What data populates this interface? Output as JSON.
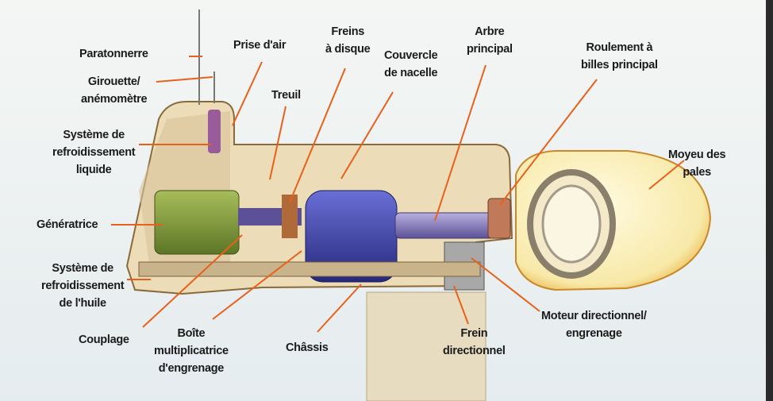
{
  "labels": {
    "paratonnerre": [
      "Paratonnerre"
    ],
    "prise_air": [
      "Prise d'air"
    ],
    "freins_disque": [
      "Freins",
      "à disque"
    ],
    "couvercle": [
      "Couvercle",
      "de nacelle"
    ],
    "arbre": [
      "Arbre",
      "principal"
    ],
    "roulement": [
      "Roulement à",
      "billes principal"
    ],
    "girouette": [
      "Girouette/",
      "anémomètre"
    ],
    "treuil": [
      "Treuil"
    ],
    "refroid_liquide": [
      "Système de",
      "refroidissement",
      "liquide"
    ],
    "moyeu": [
      "Moyeu des",
      "pales"
    ],
    "generatrice": [
      "Génératrice"
    ],
    "refroid_huile": [
      "Système de",
      "refroidissement",
      "de l'huile"
    ],
    "couplage": [
      "Couplage"
    ],
    "boite": [
      "Boîte",
      "multiplicatrice",
      "d'engrenage"
    ],
    "chassis": [
      "Châssis"
    ],
    "frein_dir": [
      "Frein",
      "directionnel"
    ],
    "moteur_dir": [
      "Moteur directionnel/",
      "engrenage"
    ]
  },
  "colors": {
    "leader": "#e8611a",
    "nacelle": "#e9d8b4",
    "hub": "#fbf3c8",
    "generator": "#7d9a3a",
    "gearbox": "#3b3fa8",
    "shaft": "#8a7fc0"
  }
}
